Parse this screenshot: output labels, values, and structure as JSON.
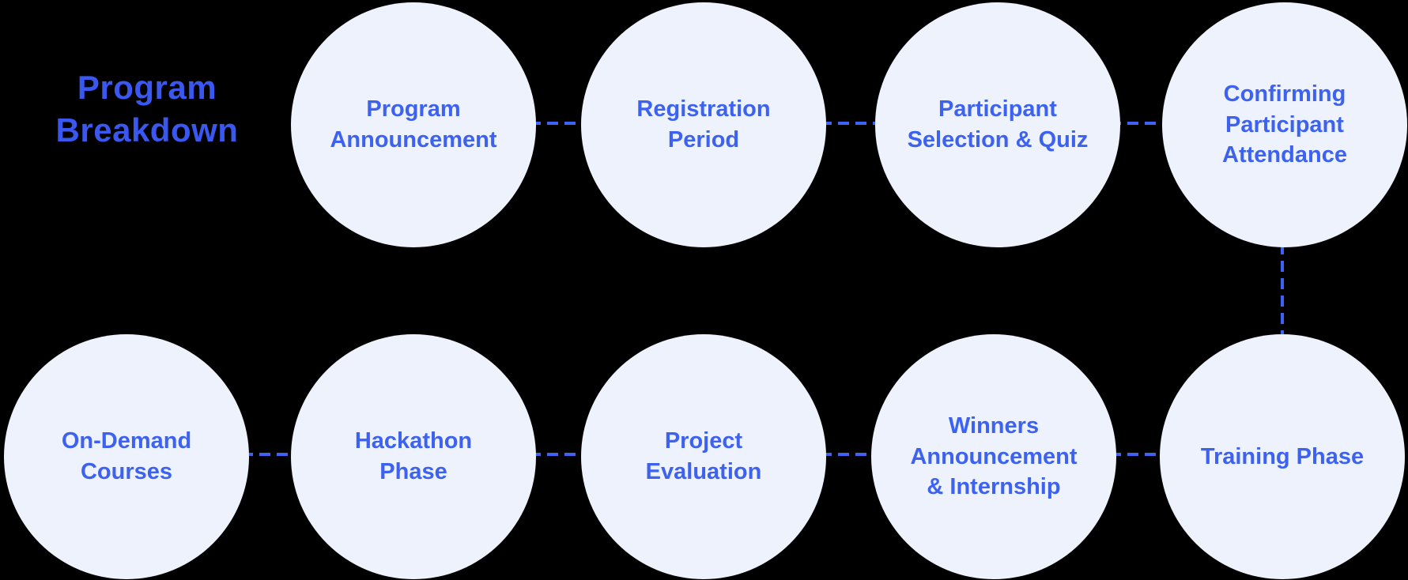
{
  "title": "Program\nBreakdown",
  "colors": {
    "background": "#000000",
    "node_fill": "#EEF2FC",
    "node_text": "#3C62EF",
    "title_text": "#3A58F0",
    "connector": "#3D63F2"
  },
  "nodes": [
    {
      "id": "program-announcement",
      "label": "Program\nAnnouncement"
    },
    {
      "id": "registration-period",
      "label": "Registration\nPeriod"
    },
    {
      "id": "participant-selection-quiz",
      "label": "Participant\nSelection & Quiz"
    },
    {
      "id": "confirming-participant-attendance",
      "label": "Confirming\nParticipant\nAttendance"
    },
    {
      "id": "on-demand-courses",
      "label": "On-Demand\nCourses"
    },
    {
      "id": "hackathon-phase",
      "label": "Hackathon\nPhase"
    },
    {
      "id": "project-evaluation",
      "label": "Project\nEvaluation"
    },
    {
      "id": "winners-announcement-internship",
      "label": "Winners\nAnnouncement\n& Internship"
    },
    {
      "id": "training-phase",
      "label": "Training Phase"
    }
  ],
  "edges": [
    {
      "between": [
        "Program Announcement",
        "Registration Period"
      ]
    },
    {
      "between": [
        "Registration Period",
        "Participant Selection & Quiz"
      ]
    },
    {
      "between": [
        "Participant Selection & Quiz",
        "Confirming Participant Attendance"
      ]
    },
    {
      "between": [
        "Confirming Participant Attendance",
        "Training Phase"
      ]
    },
    {
      "between": [
        "Training Phase",
        "Winners Announcement & Internship"
      ]
    },
    {
      "between": [
        "Winners Announcement & Internship",
        "Project Evaluation"
      ]
    },
    {
      "between": [
        "Project Evaluation",
        "Hackathon Phase"
      ]
    },
    {
      "between": [
        "Hackathon Phase",
        "On-Demand Courses"
      ]
    }
  ]
}
